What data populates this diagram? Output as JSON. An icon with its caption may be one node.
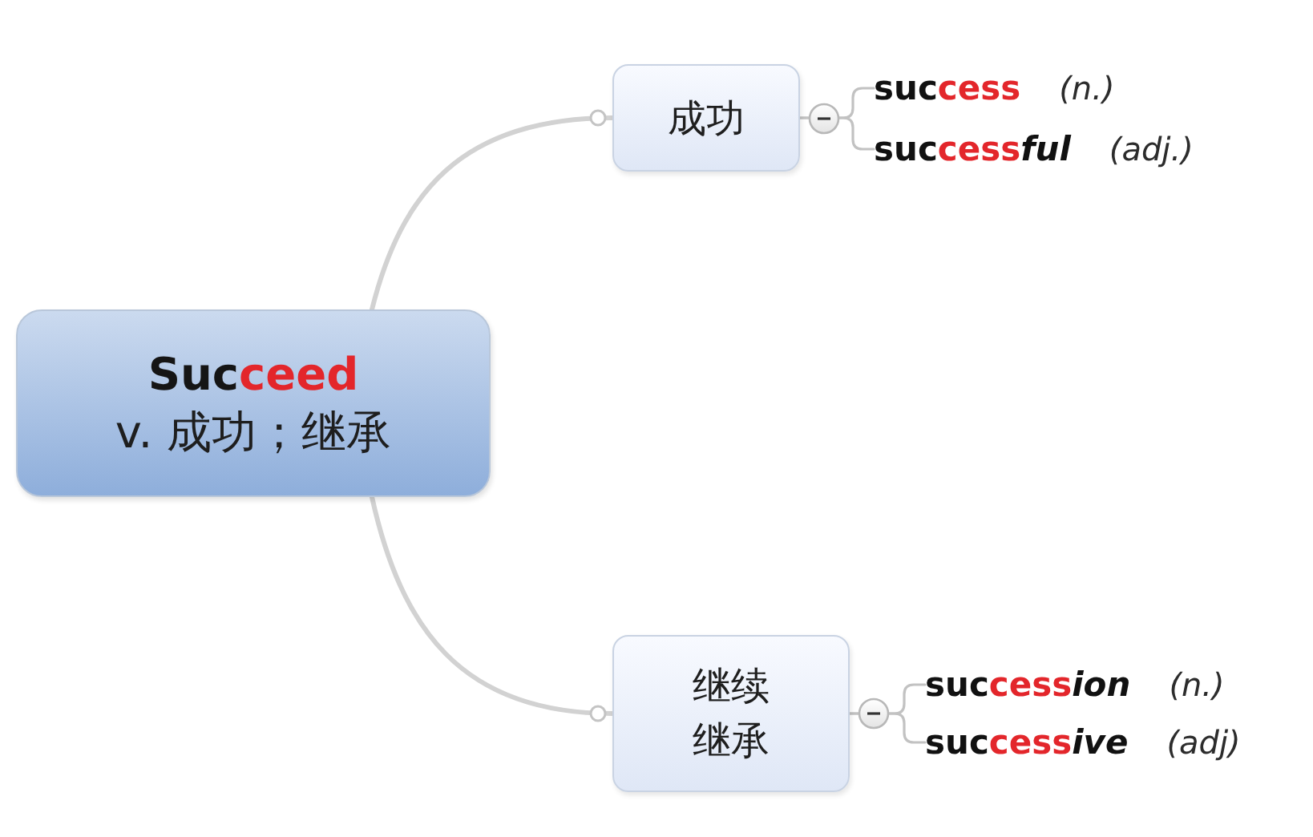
{
  "diagram": {
    "nodes": [
      {
        "text": [
          "Suc**ceed**",
          "v. 成功；继承"
        ]
      },
      {
        "text": [
          "成功"
        ]
      },
      {
        "text": [
          "suc**cess**",
          "(n.)"
        ]
      },
      {
        "text": [
          "suc**cess**ful",
          "(adj.)"
        ]
      },
      {
        "text": [
          "继续",
          "继承"
        ]
      },
      {
        "text": [
          "suc**cess**ion",
          "(n.)"
        ]
      },
      {
        "text": [
          "suc**cess**ive",
          "(adj)"
        ]
      }
    ],
    "edges": [
      {
        "from": 0,
        "to": 1,
        "arrow": "other"
      },
      {
        "from": 1,
        "to": 2,
        "arrow": "none"
      },
      {
        "from": 1,
        "to": 3,
        "arrow": "none"
      },
      {
        "from": 0,
        "to": 4,
        "arrow": "other"
      },
      {
        "from": 4,
        "to": 5,
        "arrow": "none"
      },
      {
        "from": 4,
        "to": 6,
        "arrow": "none"
      }
    ]
  }
}
